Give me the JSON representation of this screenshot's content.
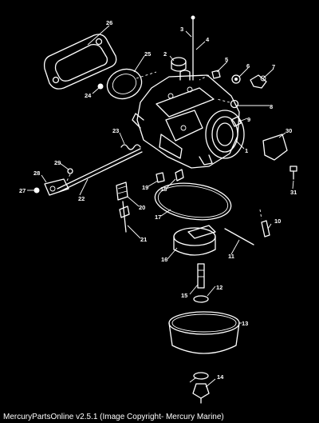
{
  "caption": "MercuryPartsOnline v2.5.1 (Image Copyright- Mercury Marine)",
  "callouts": [
    "1",
    "2",
    "3",
    "4",
    "5",
    "6",
    "7",
    "8",
    "9",
    "10",
    "11",
    "12",
    "13",
    "14",
    "15",
    "16",
    "17",
    "18",
    "19",
    "20",
    "21",
    "22",
    "23",
    "24",
    "25",
    "26",
    "27",
    "28",
    "29",
    "30",
    "31"
  ],
  "colors": {
    "background": "#000000",
    "foreground": "#ffffff"
  }
}
